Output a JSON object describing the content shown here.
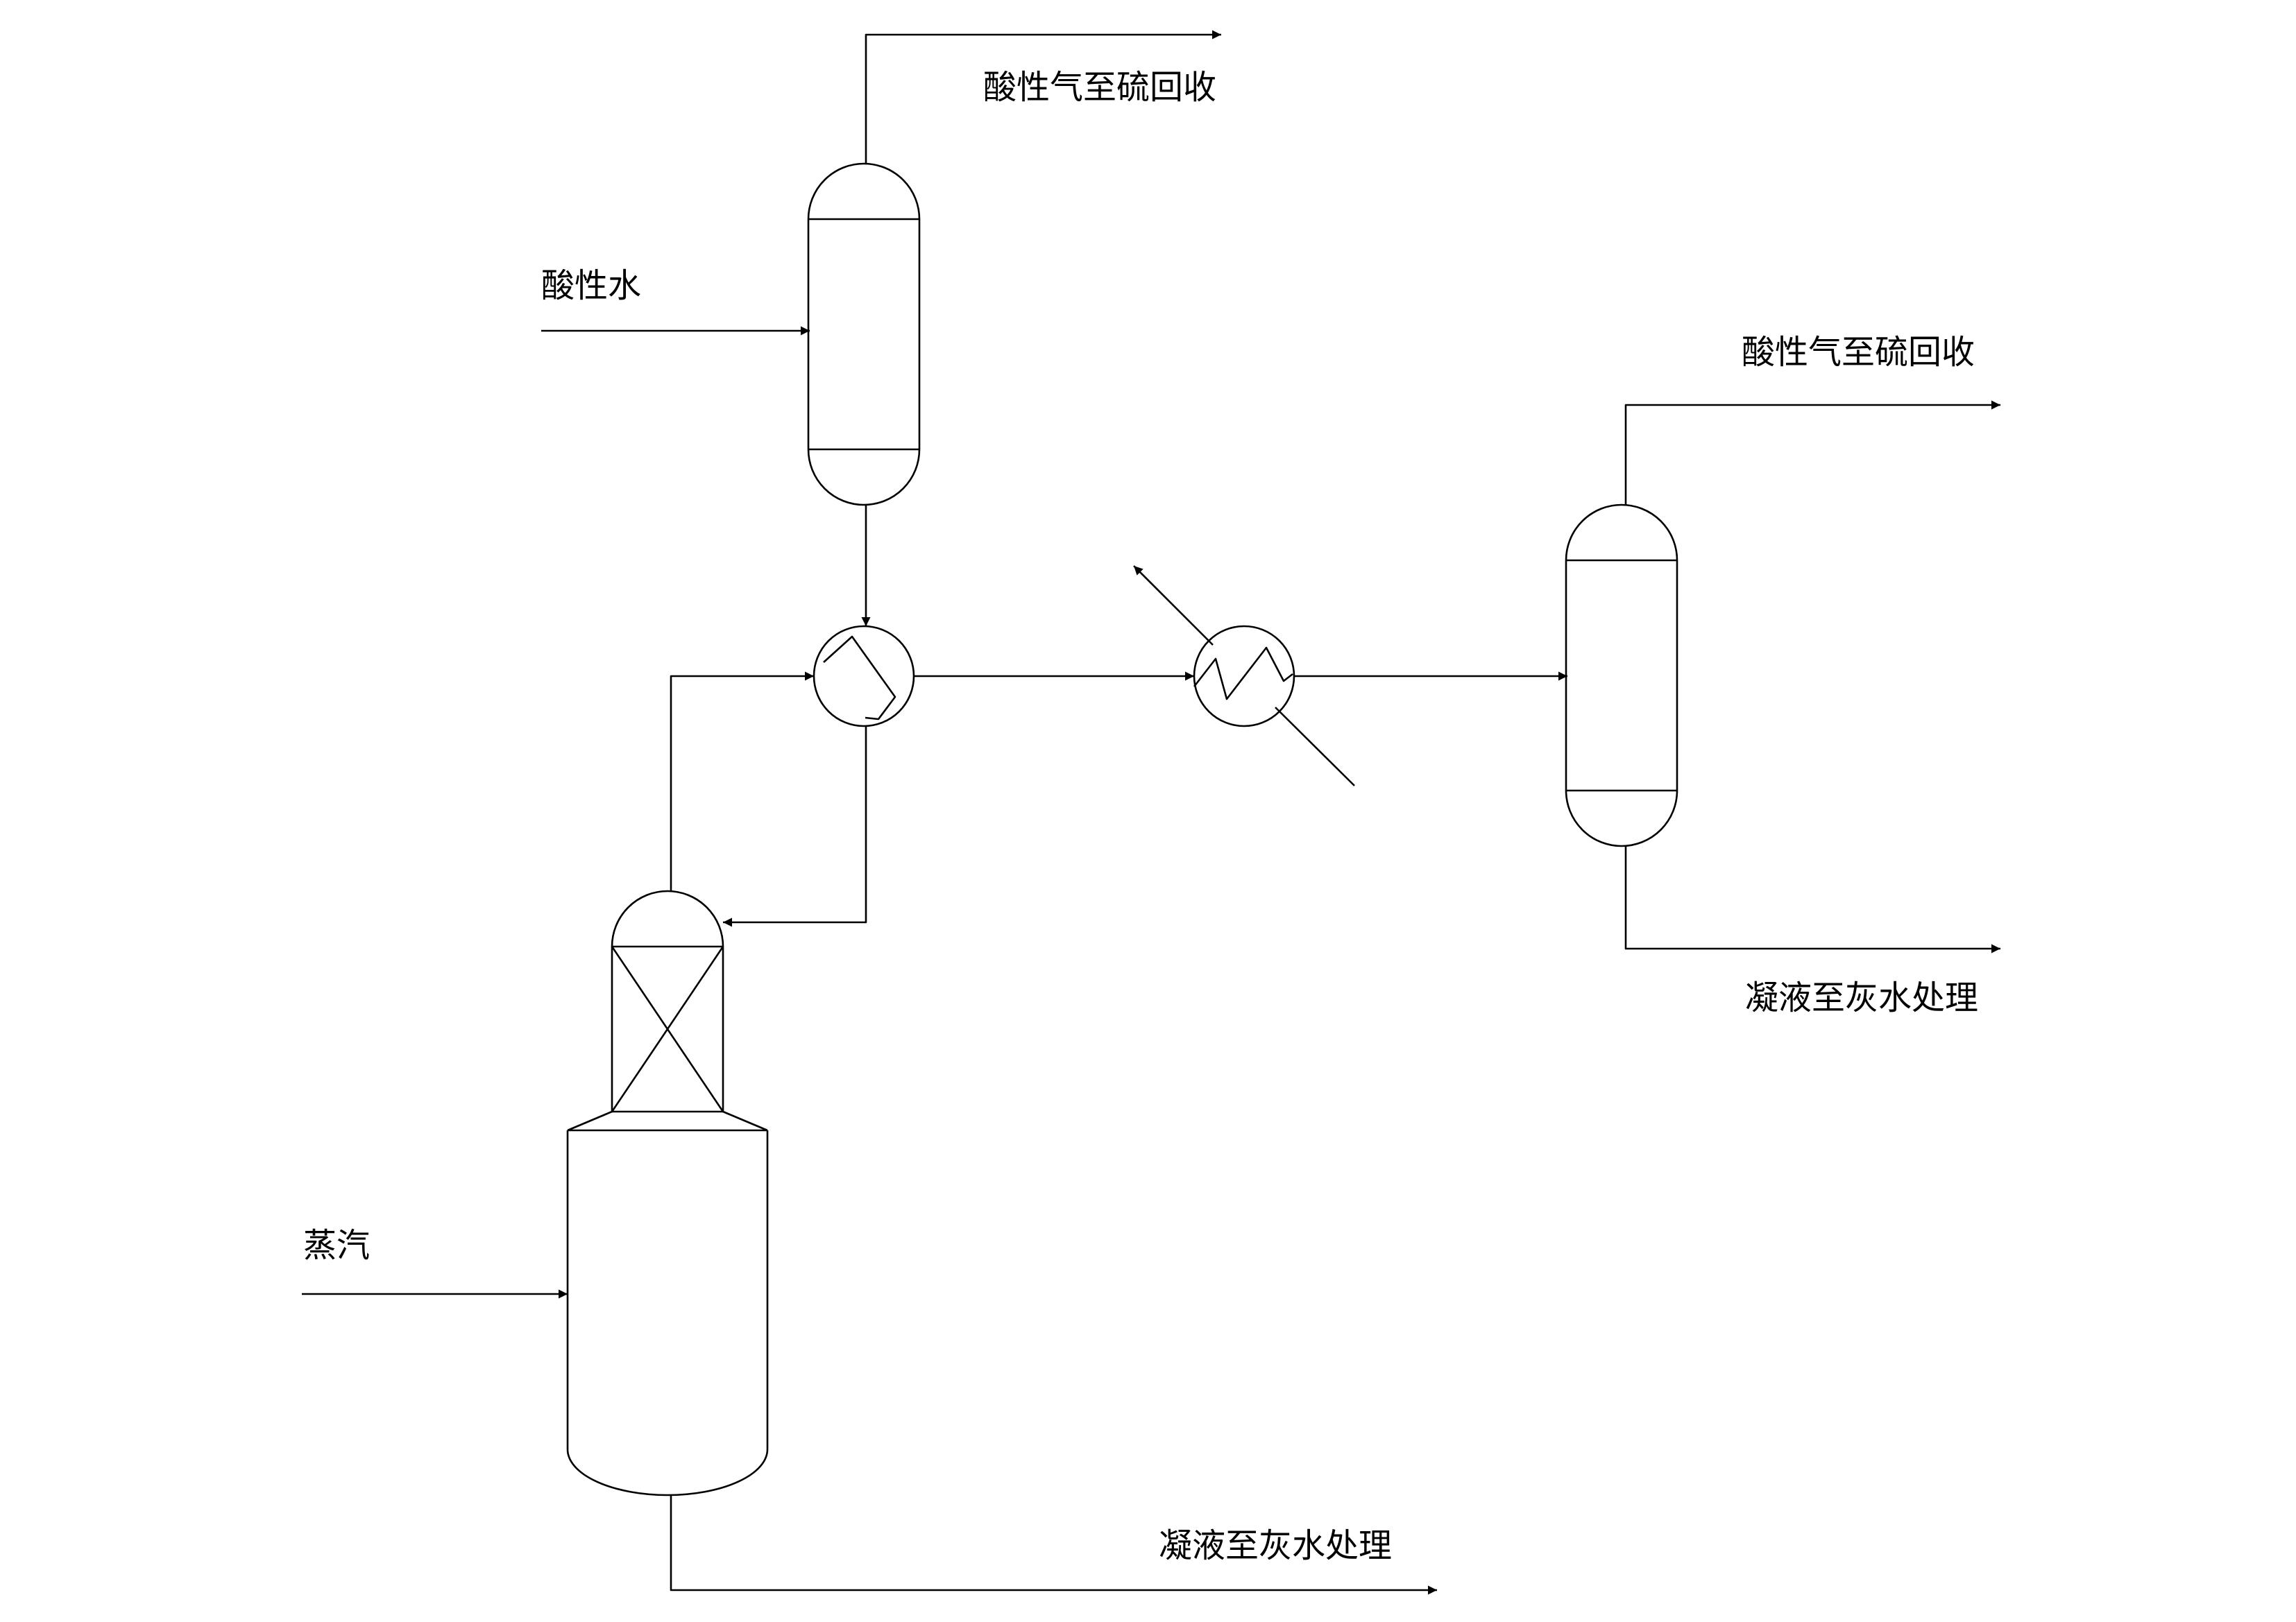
{
  "labels": {
    "sour_water_in": "酸性水",
    "acid_gas_out_top": "酸性气至硫回收",
    "acid_gas_out_right": "酸性气至硫回收",
    "steam_in": "蒸汽",
    "condensate_out_bottom": "凝液至灰水处理",
    "condensate_out_right": "凝液至灰水处理"
  },
  "colors": {
    "line": "#000000",
    "background": "#ffffff"
  }
}
